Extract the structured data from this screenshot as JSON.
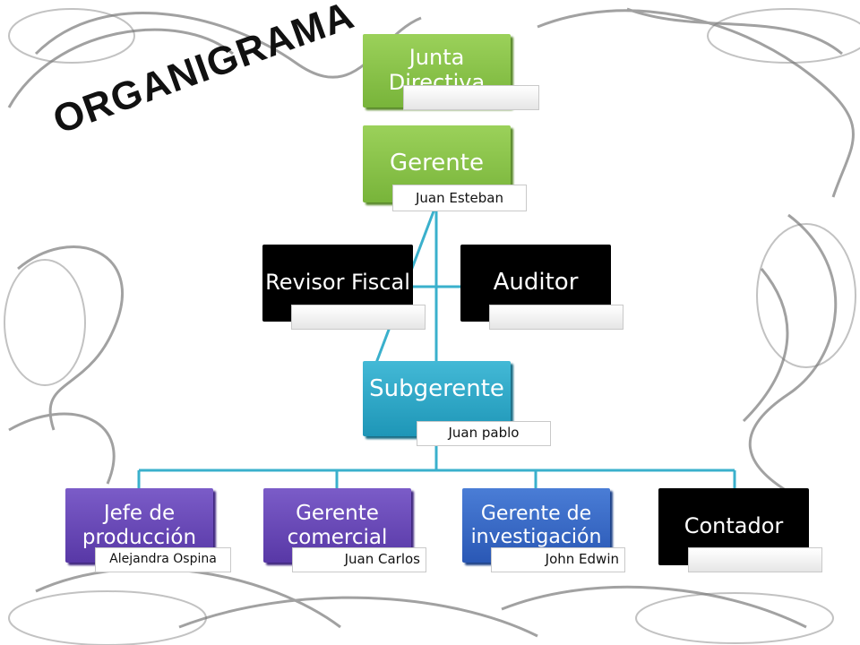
{
  "title": "ORGANIGRAMA",
  "nodes": {
    "junta": {
      "label": "Junta Directiva",
      "name": ""
    },
    "gerente": {
      "label": "Gerente",
      "name": "Juan Esteban"
    },
    "revisor": {
      "label": "Revisor Fiscal",
      "name": ""
    },
    "auditor": {
      "label": "Auditor",
      "name": ""
    },
    "subgerente": {
      "label": "Subgerente",
      "name": "Juan pablo"
    },
    "jefe_produccion": {
      "label": "Jefe de producción",
      "name": "Alejandra Ospina"
    },
    "gerente_comercial": {
      "label": "Gerente comercial",
      "name": "Juan Carlos"
    },
    "gerente_investigacion": {
      "label": "Gerente de investigación",
      "name": "John Edwin"
    },
    "contador": {
      "label": "Contador",
      "name": ""
    }
  },
  "colors": {
    "green": "#8cc34a",
    "teal": "#2fa8c8",
    "purple": "#6a4bb8",
    "blue": "#3a6bc8",
    "black": "#000000",
    "connector": "#3ab0cc"
  }
}
